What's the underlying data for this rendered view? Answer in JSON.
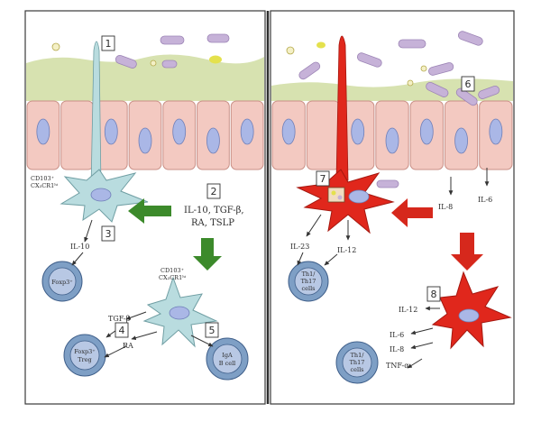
{
  "colors": {
    "border": "#3a3a3a",
    "mucus": "#d7e2b0",
    "epithelium": "#f3c9c1",
    "epithelium_edge": "#c98f86",
    "nucleus": "#aab7e6",
    "tolerogenic_dc": "#b9dcdf",
    "inflammatory_dc": "#e0271c",
    "t_cell": "#7e9fc5",
    "green_arrow": "#3c8a2b",
    "red_arrow": "#d6281c",
    "bacteria": "#c6b2d8",
    "yellow_particle": "#e4e14d"
  },
  "markers": [
    "1",
    "2",
    "3",
    "4",
    "5",
    "6",
    "7",
    "8"
  ],
  "left_panel": {
    "dc_marker_top": [
      "CD103⁺",
      "CX₃CR1ʰⁱ"
    ],
    "factors": [
      "IL-10, TGF-β,",
      "RA, TSLP"
    ],
    "il10_label": "IL-10",
    "foxp3_cell": "Foxp3⁺",
    "dc_marker_mid": [
      "CD103⁺",
      "CX₃CR1ʰⁱ"
    ],
    "tgfb_label": "TGF-β",
    "ra_label": "RA",
    "treg_cell": [
      "Foxp3⁺",
      "Treg"
    ],
    "iga_cell": [
      "IgA",
      "B cell"
    ]
  },
  "right_panel": {
    "il6_label": "IL-6",
    "il8_label": "IL-8",
    "il23_label": "IL-23",
    "il12_label": "IL-12",
    "th_cell_top": [
      "Th1/",
      "Th17",
      "cells"
    ],
    "il12_low": "IL-12",
    "il6_low": "IL-6",
    "il8_low": "IL-8",
    "tnfa_label": "TNF-α",
    "th_cell_bottom": [
      "Th1/",
      "Th17",
      "cells"
    ]
  }
}
